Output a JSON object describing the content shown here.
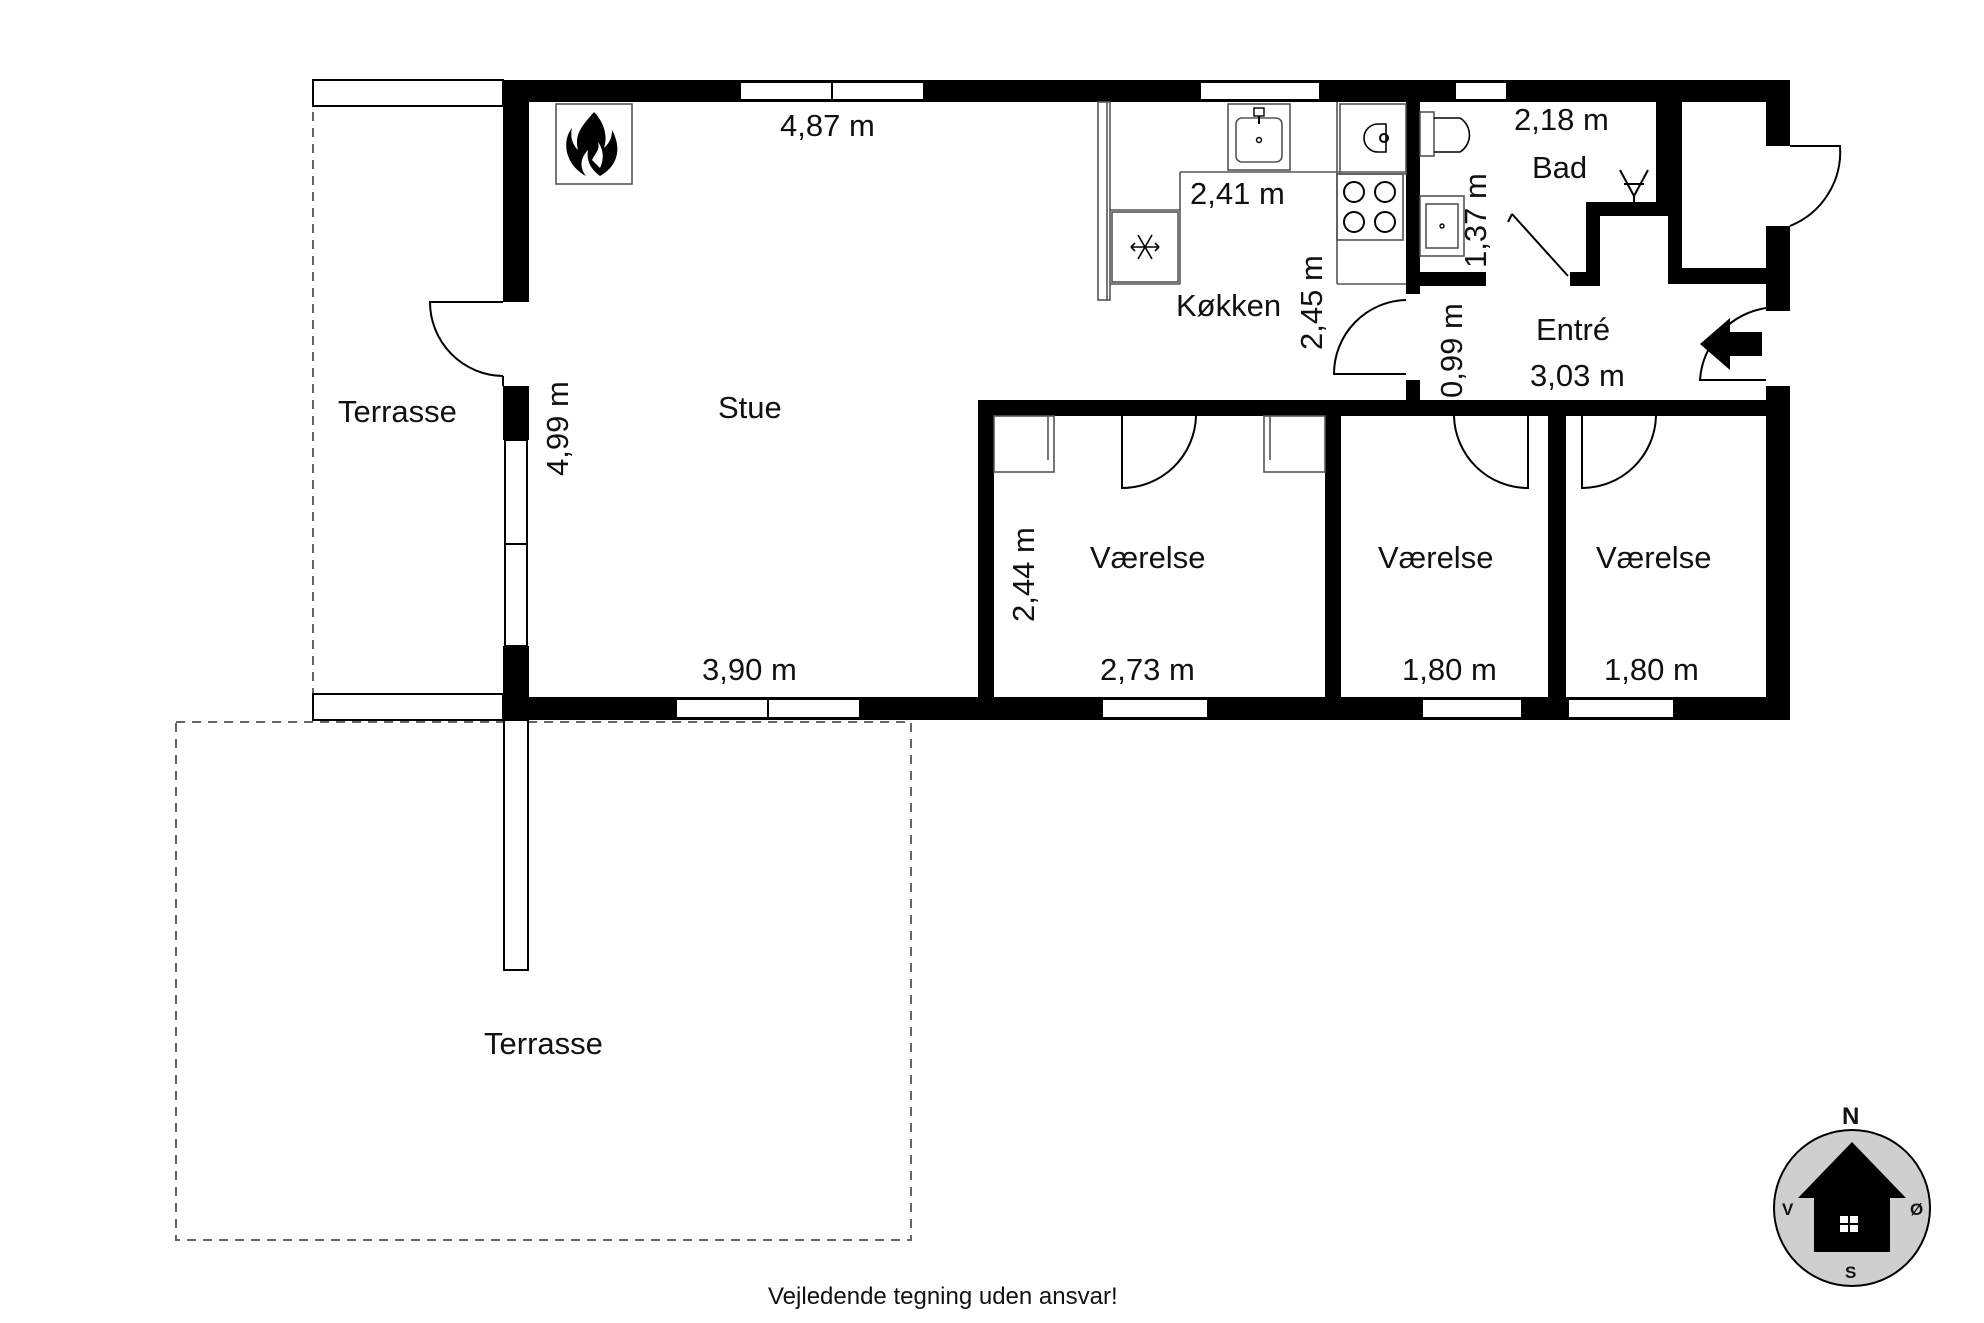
{
  "rooms": {
    "stue": "Stue",
    "koekken": "Køkken",
    "bad": "Bad",
    "entre": "Entré",
    "vaerelse_1": "Værelse",
    "vaerelse_2": "Værelse",
    "vaerelse_3": "Værelse",
    "terrasse_west": "Terrasse",
    "terrasse_south": "Terrasse"
  },
  "dimensions": {
    "stue_width_top": "4,87 m",
    "stue_depth": "4,99 m",
    "stue_width_bottom": "3,90 m",
    "koekken_width": "2,41 m",
    "koekken_depth": "2,45 m",
    "bad_width": "2,18 m",
    "bad_depth": "1,37 m",
    "entre_depth": "0,99 m",
    "entre_width": "3,03 m",
    "vaerelse_1_depth": "2,44 m",
    "vaerelse_1_width": "2,73 m",
    "vaerelse_2_width": "1,80 m",
    "vaerelse_3_width": "1,80 m"
  },
  "compass": {
    "north": "N",
    "south": "S",
    "east": "Ø",
    "west": "V"
  },
  "footer": {
    "disclaimer": "Vejledende tegning uden ansvar!"
  },
  "icons": [
    "fireplace-icon",
    "sink-icon",
    "stove-icon",
    "freezer-icon",
    "toilet-icon",
    "washbasin-icon",
    "floor-drain-icon",
    "entrance-arrow-icon",
    "compass-house-icon"
  ]
}
